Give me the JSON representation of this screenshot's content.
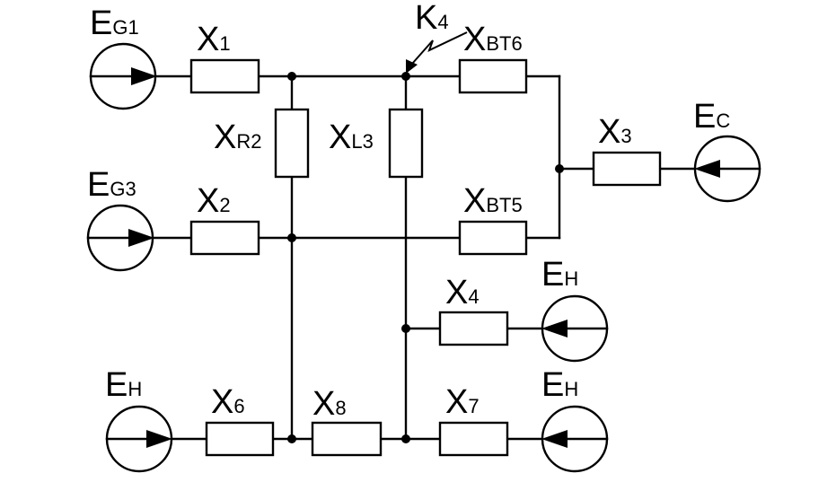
{
  "labels": {
    "e_g1": {
      "main": "E",
      "sub": "G1"
    },
    "e_g3": {
      "main": "E",
      "sub": "G3"
    },
    "e_c": {
      "main": "E",
      "sub": "C"
    },
    "e_h_load4": {
      "main": "E",
      "sub": "H"
    },
    "e_h_load6": {
      "main": "E",
      "sub": "H"
    },
    "e_h_load7": {
      "main": "E",
      "sub": "H"
    },
    "x1": {
      "main": "X",
      "sub": "1"
    },
    "x2": {
      "main": "X",
      "sub": "2"
    },
    "x3": {
      "main": "X",
      "sub": "3"
    },
    "x4": {
      "main": "X",
      "sub": "4"
    },
    "x6": {
      "main": "X",
      "sub": "6"
    },
    "x7": {
      "main": "X",
      "sub": "7"
    },
    "x8": {
      "main": "X",
      "sub": "8"
    },
    "x_r2": {
      "main": "X",
      "sub": "R2"
    },
    "x_l3": {
      "main": "X",
      "sub": "L3"
    },
    "x_bt5": {
      "main": "X",
      "sub": "BT5"
    },
    "x_bt6": {
      "main": "X",
      "sub": "BT6"
    },
    "fault": {
      "main": "K",
      "sub": "4"
    }
  }
}
